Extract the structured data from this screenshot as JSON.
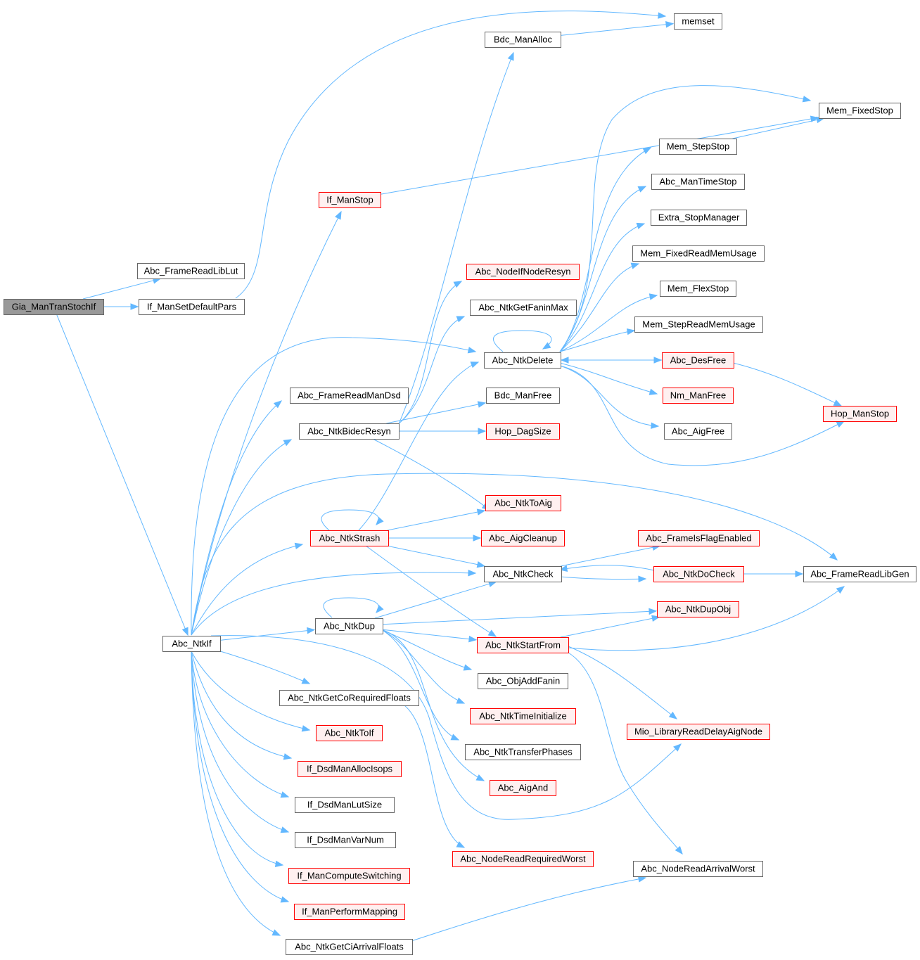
{
  "colors": {
    "edge": "#63b8ff",
    "root_fill": "#999999",
    "root_stroke": "#666666",
    "normal_fill": "#ffffff",
    "normal_stroke": "#666666",
    "highlight_fill": "#fff0f0",
    "highlight_stroke": "#ff0000"
  },
  "nodes": [
    {
      "id": "Gia_ManTranStochIf",
      "label": "Gia_ManTranStochIf",
      "style": "root"
    },
    {
      "id": "Abc_FrameReadLibLut",
      "label": "Abc_FrameReadLibLut",
      "style": "normal"
    },
    {
      "id": "If_ManSetDefaultPars",
      "label": "If_ManSetDefaultPars",
      "style": "normal"
    },
    {
      "id": "Abc_NtkIf",
      "label": "Abc_NtkIf",
      "style": "normal"
    },
    {
      "id": "memset",
      "label": "memset",
      "style": "normal"
    },
    {
      "id": "Bdc_ManAlloc",
      "label": "Bdc_ManAlloc",
      "style": "normal"
    },
    {
      "id": "If_ManStop",
      "label": "If_ManStop",
      "style": "highlight"
    },
    {
      "id": "Mem_FixedStop",
      "label": "Mem_FixedStop",
      "style": "normal"
    },
    {
      "id": "Mem_StepStop",
      "label": "Mem_StepStop",
      "style": "normal"
    },
    {
      "id": "Abc_ManTimeStop",
      "label": "Abc_ManTimeStop",
      "style": "normal"
    },
    {
      "id": "Extra_StopManager",
      "label": "Extra_StopManager",
      "style": "normal"
    },
    {
      "id": "Mem_FixedReadMemUsage",
      "label": "Mem_FixedReadMemUsage",
      "style": "normal"
    },
    {
      "id": "Mem_FlexStop",
      "label": "Mem_FlexStop",
      "style": "normal"
    },
    {
      "id": "Mem_StepReadMemUsage",
      "label": "Mem_StepReadMemUsage",
      "style": "normal"
    },
    {
      "id": "Abc_DesFree",
      "label": "Abc_DesFree",
      "style": "highlight"
    },
    {
      "id": "Nm_ManFree",
      "label": "Nm_ManFree",
      "style": "highlight"
    },
    {
      "id": "Abc_AigFree",
      "label": "Abc_AigFree",
      "style": "normal"
    },
    {
      "id": "Hop_ManStop",
      "label": "Hop_ManStop",
      "style": "highlight"
    },
    {
      "id": "Abc_NodeIfNodeResyn",
      "label": "Abc_NodeIfNodeResyn",
      "style": "highlight"
    },
    {
      "id": "Abc_NtkGetFaninMax",
      "label": "Abc_NtkGetFaninMax",
      "style": "normal"
    },
    {
      "id": "Abc_NtkDelete",
      "label": "Abc_NtkDelete",
      "style": "normal"
    },
    {
      "id": "Abc_FrameReadManDsd",
      "label": "Abc_FrameReadManDsd",
      "style": "normal"
    },
    {
      "id": "Abc_NtkBidecResyn",
      "label": "Abc_NtkBidecResyn",
      "style": "normal"
    },
    {
      "id": "Bdc_ManFree",
      "label": "Bdc_ManFree",
      "style": "normal"
    },
    {
      "id": "Hop_DagSize",
      "label": "Hop_DagSize",
      "style": "highlight"
    },
    {
      "id": "Abc_NtkToAig",
      "label": "Abc_NtkToAig",
      "style": "highlight"
    },
    {
      "id": "Abc_NtkStrash",
      "label": "Abc_NtkStrash",
      "style": "highlight"
    },
    {
      "id": "Abc_AigCleanup",
      "label": "Abc_AigCleanup",
      "style": "highlight"
    },
    {
      "id": "Abc_FrameIsFlagEnabled",
      "label": "Abc_FrameIsFlagEnabled",
      "style": "highlight"
    },
    {
      "id": "Abc_NtkCheck",
      "label": "Abc_NtkCheck",
      "style": "normal"
    },
    {
      "id": "Abc_NtkDoCheck",
      "label": "Abc_NtkDoCheck",
      "style": "highlight"
    },
    {
      "id": "Abc_FrameReadLibGen",
      "label": "Abc_FrameReadLibGen",
      "style": "normal"
    },
    {
      "id": "Abc_NtkDupObj",
      "label": "Abc_NtkDupObj",
      "style": "highlight"
    },
    {
      "id": "Abc_NtkDup",
      "label": "Abc_NtkDup",
      "style": "normal"
    },
    {
      "id": "Abc_NtkStartFrom",
      "label": "Abc_NtkStartFrom",
      "style": "highlight"
    },
    {
      "id": "Abc_ObjAddFanin",
      "label": "Abc_ObjAddFanin",
      "style": "normal"
    },
    {
      "id": "Abc_NtkGetCoRequiredFloats",
      "label": "Abc_NtkGetCoRequiredFloats",
      "style": "normal"
    },
    {
      "id": "Abc_NtkTimeInitialize",
      "label": "Abc_NtkTimeInitialize",
      "style": "highlight"
    },
    {
      "id": "Mio_LibraryReadDelayAigNode",
      "label": "Mio_LibraryReadDelayAigNode",
      "style": "highlight"
    },
    {
      "id": "Abc_NtkToIf",
      "label": "Abc_NtkToIf",
      "style": "highlight"
    },
    {
      "id": "Abc_NtkTransferPhases",
      "label": "Abc_NtkTransferPhases",
      "style": "normal"
    },
    {
      "id": "If_DsdManAllocIsops",
      "label": "If_DsdManAllocIsops",
      "style": "highlight"
    },
    {
      "id": "Abc_AigAnd",
      "label": "Abc_AigAnd",
      "style": "highlight"
    },
    {
      "id": "If_DsdManLutSize",
      "label": "If_DsdManLutSize",
      "style": "normal"
    },
    {
      "id": "If_DsdManVarNum",
      "label": "If_DsdManVarNum",
      "style": "normal"
    },
    {
      "id": "Abc_NodeReadRequiredWorst",
      "label": "Abc_NodeReadRequiredWorst",
      "style": "highlight"
    },
    {
      "id": "If_ManComputeSwitching",
      "label": "If_ManComputeSwitching",
      "style": "highlight"
    },
    {
      "id": "Abc_NodeReadArrivalWorst",
      "label": "Abc_NodeReadArrivalWorst",
      "style": "normal"
    },
    {
      "id": "If_ManPerformMapping",
      "label": "If_ManPerformMapping",
      "style": "highlight"
    },
    {
      "id": "Abc_NtkGetCiArrivalFloats",
      "label": "Abc_NtkGetCiArrivalFloats",
      "style": "normal"
    }
  ],
  "edges": [
    [
      "Gia_ManTranStochIf",
      "Abc_FrameReadLibLut"
    ],
    [
      "Gia_ManTranStochIf",
      "If_ManSetDefaultPars"
    ],
    [
      "Gia_ManTranStochIf",
      "Abc_NtkIf"
    ],
    [
      "If_ManSetDefaultPars",
      "memset"
    ],
    [
      "Bdc_ManAlloc",
      "memset"
    ],
    [
      "Abc_NtkIf",
      "If_ManStop"
    ],
    [
      "If_ManStop",
      "Mem_FixedStop"
    ],
    [
      "Mem_StepStop",
      "Mem_FixedStop"
    ],
    [
      "Abc_NtkIf",
      "Abc_NtkDelete"
    ],
    [
      "Abc_NtkDelete",
      "Abc_NtkDelete"
    ],
    [
      "Abc_NtkDelete",
      "Mem_FixedStop"
    ],
    [
      "Abc_NtkDelete",
      "Mem_StepStop"
    ],
    [
      "Abc_NtkDelete",
      "Abc_ManTimeStop"
    ],
    [
      "Abc_NtkDelete",
      "Extra_StopManager"
    ],
    [
      "Abc_NtkDelete",
      "Mem_FixedReadMemUsage"
    ],
    [
      "Abc_NtkDelete",
      "Mem_FlexStop"
    ],
    [
      "Abc_NtkDelete",
      "Mem_StepReadMemUsage"
    ],
    [
      "Abc_NtkDelete",
      "Abc_DesFree"
    ],
    [
      "Abc_DesFree",
      "Abc_NtkDelete"
    ],
    [
      "Abc_NtkDelete",
      "Nm_ManFree"
    ],
    [
      "Abc_NtkDelete",
      "Abc_AigFree"
    ],
    [
      "Abc_NtkDelete",
      "Hop_ManStop"
    ],
    [
      "Abc_DesFree",
      "Hop_ManStop"
    ],
    [
      "Abc_NtkIf",
      "Abc_FrameReadManDsd"
    ],
    [
      "Abc_NtkIf",
      "Abc_NtkBidecResyn"
    ],
    [
      "Abc_NtkBidecResyn",
      "Bdc_ManAlloc"
    ],
    [
      "Abc_NtkBidecResyn",
      "Abc_NodeIfNodeResyn"
    ],
    [
      "Abc_NtkBidecResyn",
      "Abc_NtkGetFaninMax"
    ],
    [
      "Abc_NtkBidecResyn",
      "Bdc_ManFree"
    ],
    [
      "Abc_NtkBidecResyn",
      "Hop_DagSize"
    ],
    [
      "Abc_NtkBidecResyn",
      "Abc_NtkToAig"
    ],
    [
      "Abc_NtkIf",
      "Abc_FrameReadLibGen"
    ],
    [
      "Abc_NtkIf",
      "Abc_NtkStrash"
    ],
    [
      "Abc_NtkStrash",
      "Abc_NtkStrash"
    ],
    [
      "Abc_NtkStrash",
      "Abc_NtkDelete"
    ],
    [
      "Abc_NtkStrash",
      "Abc_NtkToAig"
    ],
    [
      "Abc_NtkStrash",
      "Abc_AigCleanup"
    ],
    [
      "Abc_NtkStrash",
      "Abc_NtkCheck"
    ],
    [
      "Abc_NtkStrash",
      "Abc_NtkStartFrom"
    ],
    [
      "Abc_NtkIf",
      "Abc_NtkCheck"
    ],
    [
      "Abc_NtkCheck",
      "Abc_FrameIsFlagEnabled"
    ],
    [
      "Abc_NtkCheck",
      "Abc_NtkDoCheck"
    ],
    [
      "Abc_NtkDoCheck",
      "Abc_NtkCheck"
    ],
    [
      "Abc_NtkDoCheck",
      "Abc_FrameReadLibGen"
    ],
    [
      "Abc_NtkIf",
      "Abc_NtkDup"
    ],
    [
      "Abc_NtkDup",
      "Abc_NtkDup"
    ],
    [
      "Abc_NtkDup",
      "Abc_NtkCheck"
    ],
    [
      "Abc_NtkDup",
      "Abc_NtkDupObj"
    ],
    [
      "Abc_NtkDup",
      "Abc_NtkStartFrom"
    ],
    [
      "Abc_NtkDup",
      "Abc_ObjAddFanin"
    ],
    [
      "Abc_NtkDup",
      "Abc_NtkTimeInitialize"
    ],
    [
      "Abc_NtkDup",
      "Abc_NtkTransferPhases"
    ],
    [
      "Abc_NtkDup",
      "Abc_AigAnd"
    ],
    [
      "Abc_NtkStartFrom",
      "Abc_NtkDupObj"
    ],
    [
      "Abc_NtkStartFrom",
      "Abc_FrameReadLibGen"
    ],
    [
      "Abc_NtkStartFrom",
      "Mio_LibraryReadDelayAigNode"
    ],
    [
      "Abc_NtkStartFrom",
      "Abc_NodeReadArrivalWorst"
    ],
    [
      "Abc_NtkIf",
      "Mio_LibraryReadDelayAigNode"
    ],
    [
      "Abc_NtkIf",
      "Abc_NtkGetCoRequiredFloats"
    ],
    [
      "Abc_NtkGetCoRequiredFloats",
      "Abc_NodeReadRequiredWorst"
    ],
    [
      "Abc_NtkIf",
      "Abc_NtkToIf"
    ],
    [
      "Abc_NtkIf",
      "If_DsdManAllocIsops"
    ],
    [
      "Abc_NtkIf",
      "If_DsdManLutSize"
    ],
    [
      "Abc_NtkIf",
      "If_DsdManVarNum"
    ],
    [
      "Abc_NtkIf",
      "If_ManComputeSwitching"
    ],
    [
      "Abc_NtkIf",
      "If_ManPerformMapping"
    ],
    [
      "Abc_NtkIf",
      "Abc_NtkGetCiArrivalFloats"
    ],
    [
      "Abc_NtkGetCiArrivalFloats",
      "Abc_NodeReadArrivalWorst"
    ]
  ]
}
